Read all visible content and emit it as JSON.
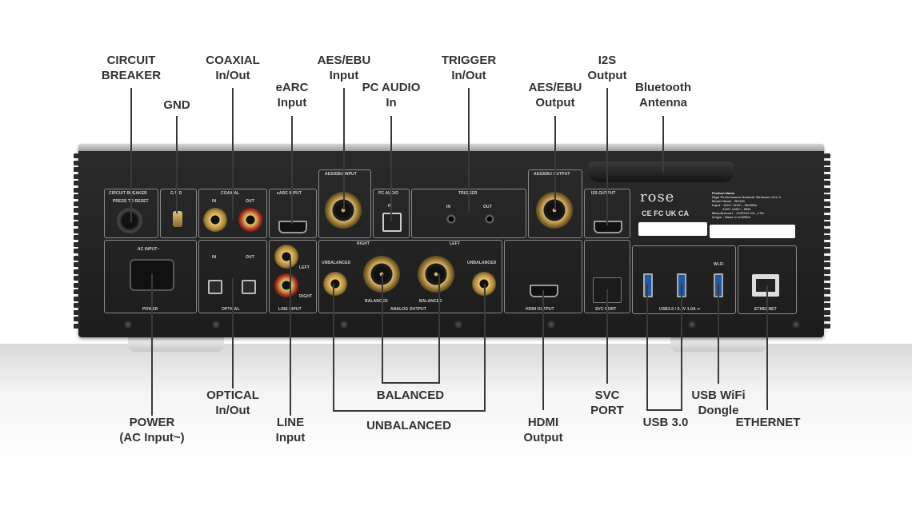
{
  "callouts": {
    "circuit_breaker": [
      "CIRCUIT",
      "BREAKER"
    ],
    "gnd": [
      "GND"
    ],
    "coaxial": [
      "COAXIAL",
      "In/Out"
    ],
    "earc": [
      "eARC",
      "Input"
    ],
    "aes_ebu_input": [
      "AES/EBU",
      "Input"
    ],
    "pc_audio": [
      "PC AUDIO",
      "In"
    ],
    "trigger": [
      "TRIGGER",
      "In/Out"
    ],
    "aes_ebu_output": [
      "AES/EBU",
      "Output"
    ],
    "i2s": [
      "I2S",
      "Output"
    ],
    "bluetooth": [
      "Bluetooth",
      "Antenna"
    ],
    "power": [
      "POWER",
      "(AC Input~)"
    ],
    "optical": [
      "OPTICAL",
      "In/Out"
    ],
    "line": [
      "LINE",
      "Input"
    ],
    "balanced": [
      "BALANCED"
    ],
    "unbalanced": [
      "UNBALANCED"
    ],
    "hdmi": [
      "HDMI",
      "Output"
    ],
    "svc": [
      "SVC",
      "PORT"
    ],
    "usb30": [
      "USB 3.0"
    ],
    "usb_wifi": [
      "USB WiFi",
      "Dongle"
    ],
    "ethernet": [
      "ETHERNET"
    ]
  },
  "panel_labels": {
    "circuit_breaker": "CIRCUIT BREAKER",
    "press_to_reset": "PRESS TO RESET",
    "gnd": "G N D",
    "coaxial": "COAXIAL",
    "coaxial_in": "IN",
    "coaxial_out": "OUT",
    "earc_input": "eARC INPUT",
    "aes_ebu_input": "AES/EBU INPUT",
    "pc_audio": "PC AUDIO",
    "pc_audio_in": "IN",
    "trigger": "TRIGGER",
    "trigger_in": "IN",
    "trigger_out": "OUT",
    "aes_ebu_output": "AES/EBU OUTPUT",
    "i2s_output": "I2S OUTPUT",
    "ac_input": "AC INPUT~",
    "power": "POWER",
    "optical": "OPTICAL",
    "optical_in": "IN",
    "optical_out": "OUT",
    "line_input": "LINE INPUT",
    "left": "LEFT",
    "right": "RIGHT",
    "analog_right": "RIGHT",
    "analog_left": "LEFT",
    "unbalanced_r": "UNBALANCED",
    "unbalanced_l": "UNBALANCED",
    "balanced_r": "BALANCED",
    "balanced_l": "BALANCED",
    "analog_output": "ANALOG OUTPUT",
    "hdmi_output": "HDMI OUTPUT",
    "svc_port": "SVC PORT",
    "usb30": "USB3.0  /  5.0V 1.0A ⎓",
    "wifi": "Wi-Fi",
    "ethernet": "ETHERNET",
    "brand": "rose",
    "cert_marks": "CE FC UK CA",
    "product_name_label": "Product Name",
    "product_name": "High Performance Network Streamer Gen 2",
    "model_name": "Model Name : RS151",
    "input": "Input : 110V~120V~, 50/60Hz",
    "input2": "220V~240V~, 55W",
    "manufacturer": "Manufacturer : CITECH CO., LTD.",
    "origin": "Origin : Made in KOREA"
  },
  "colors": {
    "chassis": "#1f1f1f",
    "callout_text": "#333333",
    "leader_line": "#3a3a3a",
    "panel_border": "#8a8a8a",
    "usb_blue": "#1e5aa8"
  }
}
